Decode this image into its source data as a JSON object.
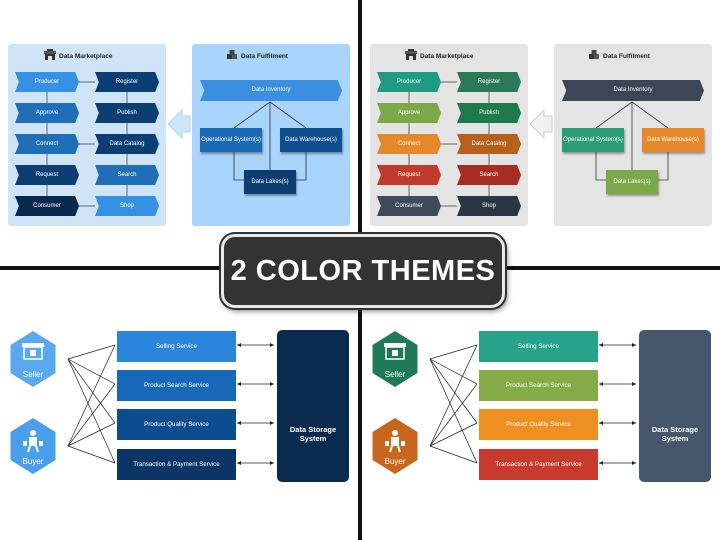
{
  "banner": {
    "title": "2 COLOR THEMES"
  },
  "marketplace": {
    "title": "Data Marketplace",
    "left_items": [
      "Producer",
      "Approve",
      "Connect",
      "Request",
      "Consumer"
    ],
    "right_items": [
      "Register",
      "Publish",
      "Data Catalog",
      "Search",
      "Shop"
    ]
  },
  "fulfilment": {
    "title": "Data Fulfilment",
    "inventory": "Data Inventory",
    "operational": "Operational System(s)",
    "warehouse": "Data Warehouse(s)",
    "lakes": "Data Lakes(s)"
  },
  "services": {
    "items": [
      "Selling Service",
      "Product Search Service",
      "Product Quality Service",
      "Transaction & Payment Service"
    ],
    "seller": "Seller",
    "buyer": "Buyer",
    "storage": "Data Storage System"
  },
  "colors": {
    "blue_panel_left": "#cfe4f7",
    "blue_panel_right": "#a9d4fb",
    "gray_panel": "#e4e4e4",
    "blue_theme": [
      "#3591e3",
      "#1f6fb8",
      "#0d4f8a",
      "#0b3f73",
      "#08294e"
    ],
    "color_theme_left": [
      "#1e9b80",
      "#7da84a",
      "#e6892a",
      "#c23a2e",
      "#3f4a5a"
    ],
    "color_theme_right": [
      "#2a7a5a",
      "#1e7a4a",
      "#b5601c",
      "#a82b24",
      "#2b3644"
    ],
    "service_blue": [
      "#2b86db",
      "#1768b8",
      "#0d4d8f",
      "#0a3566"
    ],
    "service_color": [
      "#26a38a",
      "#84ad48",
      "#ee8f22",
      "#c73a2d"
    ],
    "storage_blue": "#0b2a4f",
    "storage_gray": "#46566b"
  }
}
